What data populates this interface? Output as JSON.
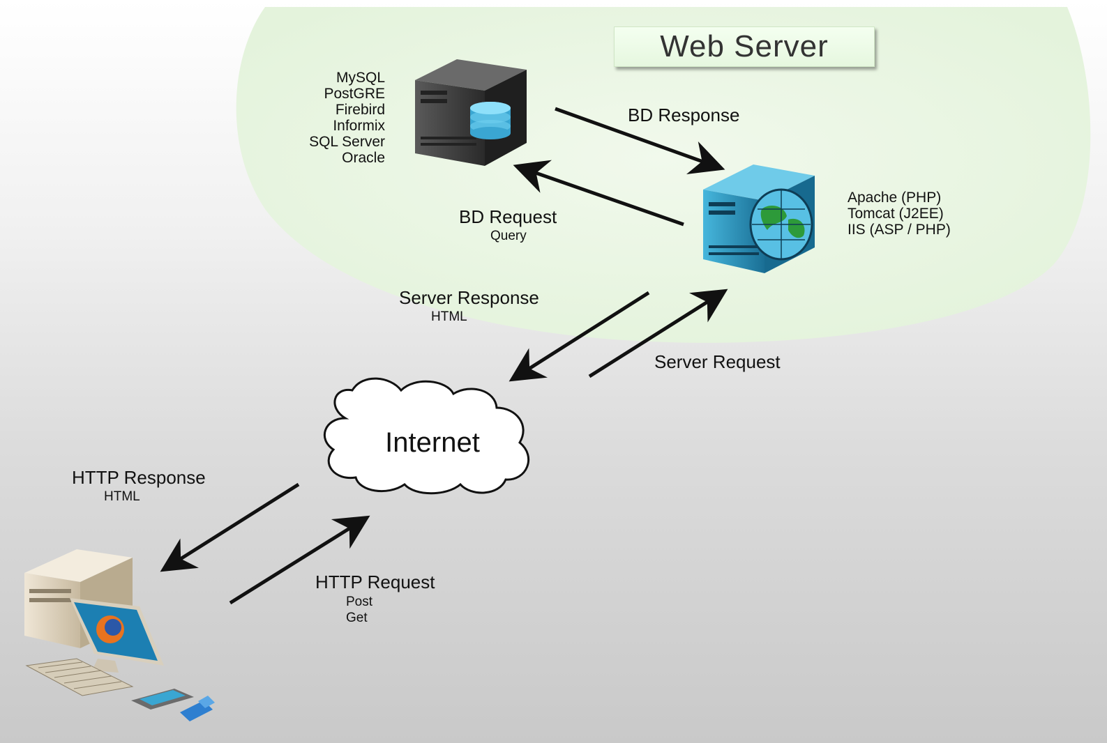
{
  "title": "Web Server",
  "db_servers": [
    "MySQL",
    "PostGRE",
    "Firebird",
    "Informix",
    "SQL Server",
    "Oracle"
  ],
  "app_servers": [
    "Apache (PHP)",
    "Tomcat (J2EE)",
    "IIS (ASP / PHP)"
  ],
  "edges": {
    "bd_response": "BD Response",
    "bd_request": "BD Request",
    "bd_request_sub": "Query",
    "server_response": "Server Response",
    "server_response_sub": "HTML",
    "server_request": "Server Request",
    "http_response": "HTTP Response",
    "http_response_sub": "HTML",
    "http_request": "HTTP Request",
    "http_request_sub1": "Post",
    "http_request_sub2": "Get"
  },
  "cloud_label": "Internet",
  "colors": {
    "zone_fill": "#eaf6e2",
    "arrow": "#111111",
    "db_server_body": "#3a3a3a",
    "web_server_body": "#1f8fb8",
    "globe_land": "#2d9a3a"
  },
  "icons": [
    "database-server-icon",
    "web-server-icon",
    "cloud-icon",
    "client-computer-icon",
    "pda-icon",
    "phone-icon"
  ]
}
